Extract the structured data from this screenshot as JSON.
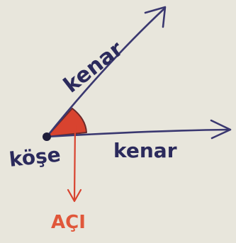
{
  "labels": {
    "upper_side": "kenar",
    "lower_side": "kenar",
    "vertex": "köşe",
    "angle": "AÇI"
  },
  "colors": {
    "paper": "#e8e6dc",
    "ink": "#2b2a5c",
    "angle_fill": "#d8432f",
    "angle_label": "#e0573a"
  }
}
